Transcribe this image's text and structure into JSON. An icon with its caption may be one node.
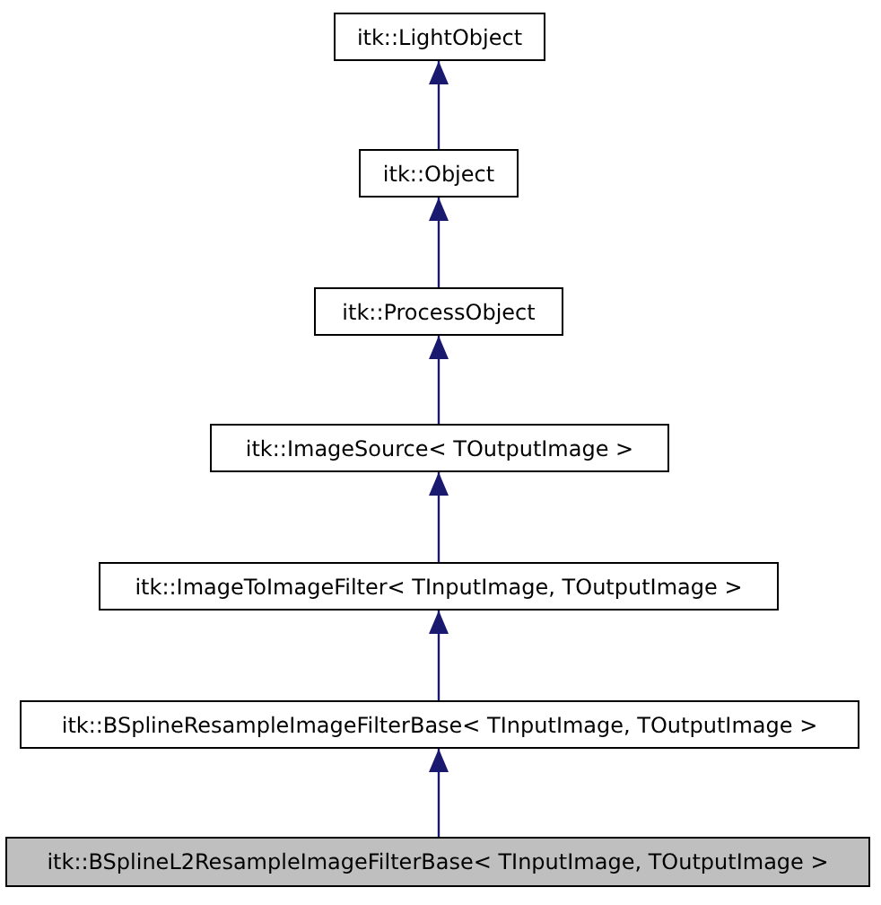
{
  "diagram": {
    "nodes": [
      {
        "text": [
          "itk::LightObject"
        ]
      },
      {
        "text": [
          "itk::Object"
        ]
      },
      {
        "text": [
          "itk::ProcessObject"
        ]
      },
      {
        "text": [
          "itk::ImageSource< TOutputImage >"
        ]
      },
      {
        "text": [
          "itk::ImageToImageFilter< TInputImage, TOutputImage >"
        ]
      },
      {
        "text": [
          "itk::BSplineResampleImageFilterBase< TInputImage, TOutputImage >"
        ]
      },
      {
        "text": [
          "itk::BSplineL2ResampleImageFilterBase< TInputImage, TOutputImage >"
        ]
      }
    ],
    "edges": [
      {
        "from": 1,
        "to": 0,
        "arrow": "to"
      },
      {
        "from": 2,
        "to": 1,
        "arrow": "to"
      },
      {
        "from": 3,
        "to": 2,
        "arrow": "to"
      },
      {
        "from": 4,
        "to": 3,
        "arrow": "to"
      },
      {
        "from": 5,
        "to": 4,
        "arrow": "to"
      },
      {
        "from": 6,
        "to": 5,
        "arrow": "to"
      }
    ]
  }
}
